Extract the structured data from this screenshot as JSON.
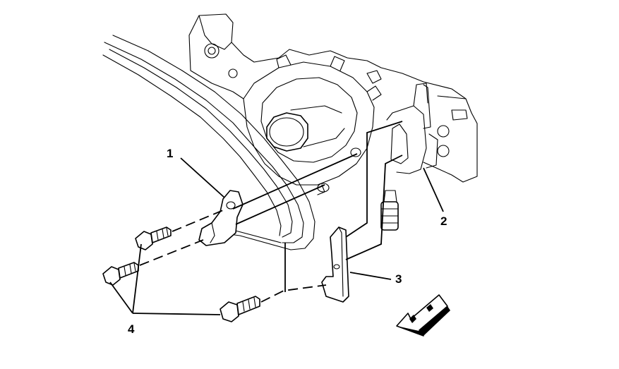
{
  "callouts": {
    "c1": "1",
    "c2": "2",
    "c3": "3",
    "c4": "4"
  },
  "icons": {
    "direction": "front-arrow-icon"
  }
}
